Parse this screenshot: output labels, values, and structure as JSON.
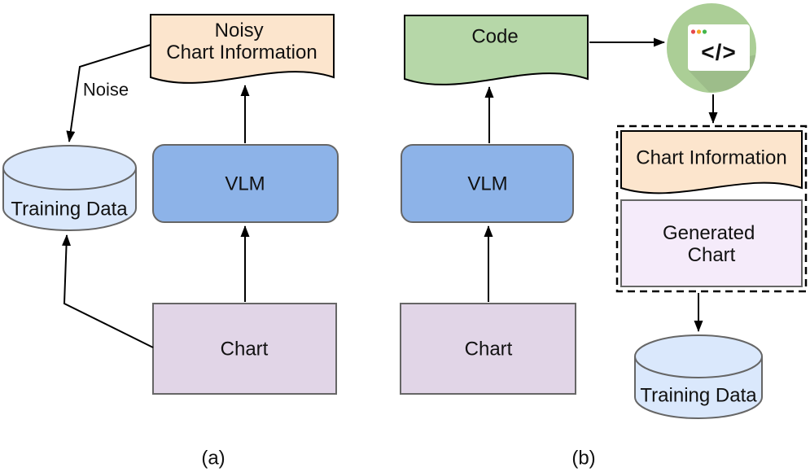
{
  "colors": {
    "background": "#ffffff",
    "document_peach": "#FCE5CD",
    "document_green": "#B6D7A8",
    "vlm_blue": "#8DB3E8",
    "chart_lavender": "#E1D5E7",
    "generated_chart_fill": "#F5EBFA",
    "cylinder_blue": "#DAE8FC",
    "icon_circle_green": "#ABCE96",
    "code_glyph_blue": "#47809E",
    "window_dot_red": "#E5484D",
    "window_dot_orange": "#F5A623",
    "window_dot_green": "#43B64A",
    "edge_black": "#000000",
    "shape_border_gray": "#666666"
  },
  "panel_a": {
    "caption": "(a)",
    "noisy_chart_information": {
      "line1": "Noisy",
      "line2": "Chart Information"
    },
    "noise_edge_label": "Noise",
    "vlm_label": "VLM",
    "chart_label": "Chart",
    "training_data_label": "Training Data"
  },
  "panel_b": {
    "caption": "(b)",
    "code_label": "Code",
    "vlm_label": "VLM",
    "chart_label": "Chart",
    "code_runner_glyph": "</>",
    "chart_information_label": "Chart Information",
    "generated_chart": {
      "line1": "Generated",
      "line2": "Chart"
    },
    "training_data_label": "Training Data"
  }
}
